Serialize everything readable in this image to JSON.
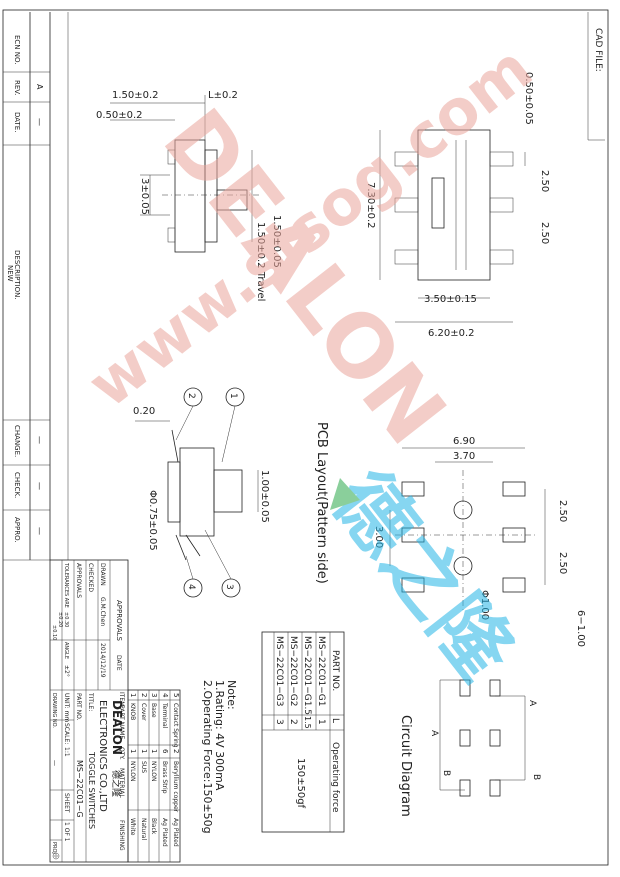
{
  "cad_file_label": "CAD FILE:",
  "watermark": {
    "brand": "DEALON",
    "zh": "德之隆",
    "url": "www.sisog.com",
    "color": "#e9a59b",
    "accent": "#23b4e6",
    "green": "#2aa84a"
  },
  "revision_block": {
    "headers": {
      "ecn": "ECN NO.",
      "rev": "REV.",
      "date": "DATE.",
      "description_top": "NEW",
      "description": "DESCRIPTION.",
      "change": "CHANGE.",
      "check": "CHECK.",
      "appro": "APPRO."
    },
    "row": {
      "rev": "A",
      "date": "—",
      "change": "—",
      "check": "—",
      "appro": "—"
    }
  },
  "dimensions": {
    "side_top_a": "1.50±0.2",
    "side_top_b": "L±0.2",
    "side_left": "0.50±0.2",
    "side_height": "3±0.05",
    "side_right": "1.50±0.05",
    "travel": "1.50±0.2 Travel",
    "top_lead": "0.50±0.05",
    "top_length": "7.30±0.2",
    "top_pitch_a": "2.50",
    "top_pitch_b": "2.50",
    "top_width_a": "3.50±0.15",
    "top_width_b": "6.20±0.2",
    "front_thk": "0.20",
    "front_width": "1.00±0.05",
    "front_pin": "Φ0.75±0.05",
    "balloons": [
      "1",
      "2",
      "3",
      "4"
    ]
  },
  "pcb": {
    "title": "PCB Layout(Pattern side)",
    "w_outer": "6.90",
    "w_inner": "3.70",
    "h_a": "2.50",
    "h_b": "2.50",
    "pitch": "3.00",
    "hole": "Φ1.00",
    "pad": "6−1.00"
  },
  "circuit": {
    "title": "Circuit Diagram",
    "a": "A",
    "b": "B"
  },
  "notes": {
    "title": "Note:",
    "items": [
      "1.Rating: 4V 300mA",
      "2.Operating Force:150±50g"
    ]
  },
  "parts_table": {
    "headers": [
      "PART NO.",
      "L",
      "Operating force"
    ],
    "rows": [
      {
        "part": "MS−22C01−G1",
        "l": "1"
      },
      {
        "part": "MS−22C01−G1.5",
        "l": "1.5"
      },
      {
        "part": "MS−22C01−G2",
        "l": "2"
      },
      {
        "part": "MS−22C01−G3",
        "l": "3"
      }
    ],
    "force": "150±50gf"
  },
  "bom": {
    "headers": [
      "ITEM",
      "PART NAME",
      "QTY.",
      "MATERIAL",
      "FINISHING"
    ],
    "rows": [
      {
        "item": "5",
        "name": "Contact Spring",
        "qty": "2",
        "material": "Beryllium copper",
        "finish": "Ag Plated"
      },
      {
        "item": "4",
        "name": "Terminal",
        "qty": "6",
        "material": "Brass Strip",
        "finish": "Ag Plated"
      },
      {
        "item": "3",
        "name": "Base",
        "qty": "1",
        "material": "NYLON",
        "finish": "Black"
      },
      {
        "item": "2",
        "name": "Cover",
        "qty": "1",
        "material": "SUS",
        "finish": "Natural"
      },
      {
        "item": "1",
        "name": "KNOB",
        "qty": "1",
        "material": "NYLON",
        "finish": "White"
      }
    ]
  },
  "title_block": {
    "approvals": "APPROVALS",
    "date_label": "DATE",
    "drawn": "DRAWN",
    "drawn_by": "G.M.Chen",
    "drawn_date": "2014/12/19",
    "checked": "CHECKED",
    "approvals2": "APPROVALS",
    "tolerances": "TOLERANCES ARE",
    "tol_a": "±0.30",
    "tol_b": "±0.20",
    "tol_c": "±0.10",
    "angle": "ANGLE",
    "angle_val": "±2°",
    "company_logo": "DEALON",
    "company_zh": "德之隆",
    "company": "ELECTRONICS CO.,LTD",
    "title_label": "TITLE:",
    "title": "TOGGLE SWITCHES",
    "part_label": "PART NO.",
    "part_no": "MS−22C01−G",
    "unit": "UNIT: mm",
    "scale": "SCALE:",
    "scale_val": "1:1",
    "sheet": "SHEET",
    "sheet_val": "1 OF 1",
    "drawing_no": "DRAWING NO.",
    "drawing_val": "—",
    "proj": "PROJ"
  }
}
